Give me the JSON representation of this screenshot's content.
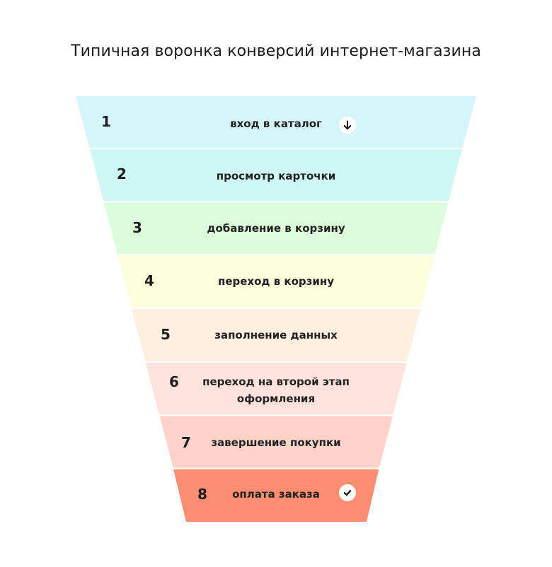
{
  "title": "Типичная воронка конверсий интернет-магазина",
  "chart_data": {
    "type": "funnel",
    "title": "Типичная воронка конверсий интернет-магазина",
    "stages": [
      {
        "step": "1",
        "label": "вход в каталог",
        "color": "#d6f5fa",
        "icon": "arrow-down-icon"
      },
      {
        "step": "2",
        "label": "просмотр карточки",
        "color": "#cff8f4",
        "icon": null
      },
      {
        "step": "3",
        "label": "добавление в корзину",
        "color": "#dcfddc",
        "icon": null
      },
      {
        "step": "4",
        "label": "переход в корзину",
        "color": "#fbffdd",
        "icon": null
      },
      {
        "step": "5",
        "label": "заполнение данных",
        "color": "#ffefdf",
        "icon": null
      },
      {
        "step": "6",
        "label": "переход на второй этап оформления",
        "color": "#ffe2dc",
        "icon": null
      },
      {
        "step": "7",
        "label": "завершение покупки",
        "color": "#ffd3c9",
        "icon": null
      },
      {
        "step": "8",
        "label": "оплата заказа",
        "color": "#fe8e72",
        "icon": "check-icon"
      }
    ]
  },
  "stages": [
    {
      "num": "1",
      "label": "вход в каталог"
    },
    {
      "num": "2",
      "label": "просмотр карточки"
    },
    {
      "num": "3",
      "label": "добавление в корзину"
    },
    {
      "num": "4",
      "label": "переход в корзину"
    },
    {
      "num": "5",
      "label": "заполнение данных"
    },
    {
      "num": "6",
      "label_line1": "переход на второй этап",
      "label_line2": "оформления"
    },
    {
      "num": "7",
      "label": "завершение покупки"
    },
    {
      "num": "8",
      "label": "оплата заказа"
    }
  ]
}
